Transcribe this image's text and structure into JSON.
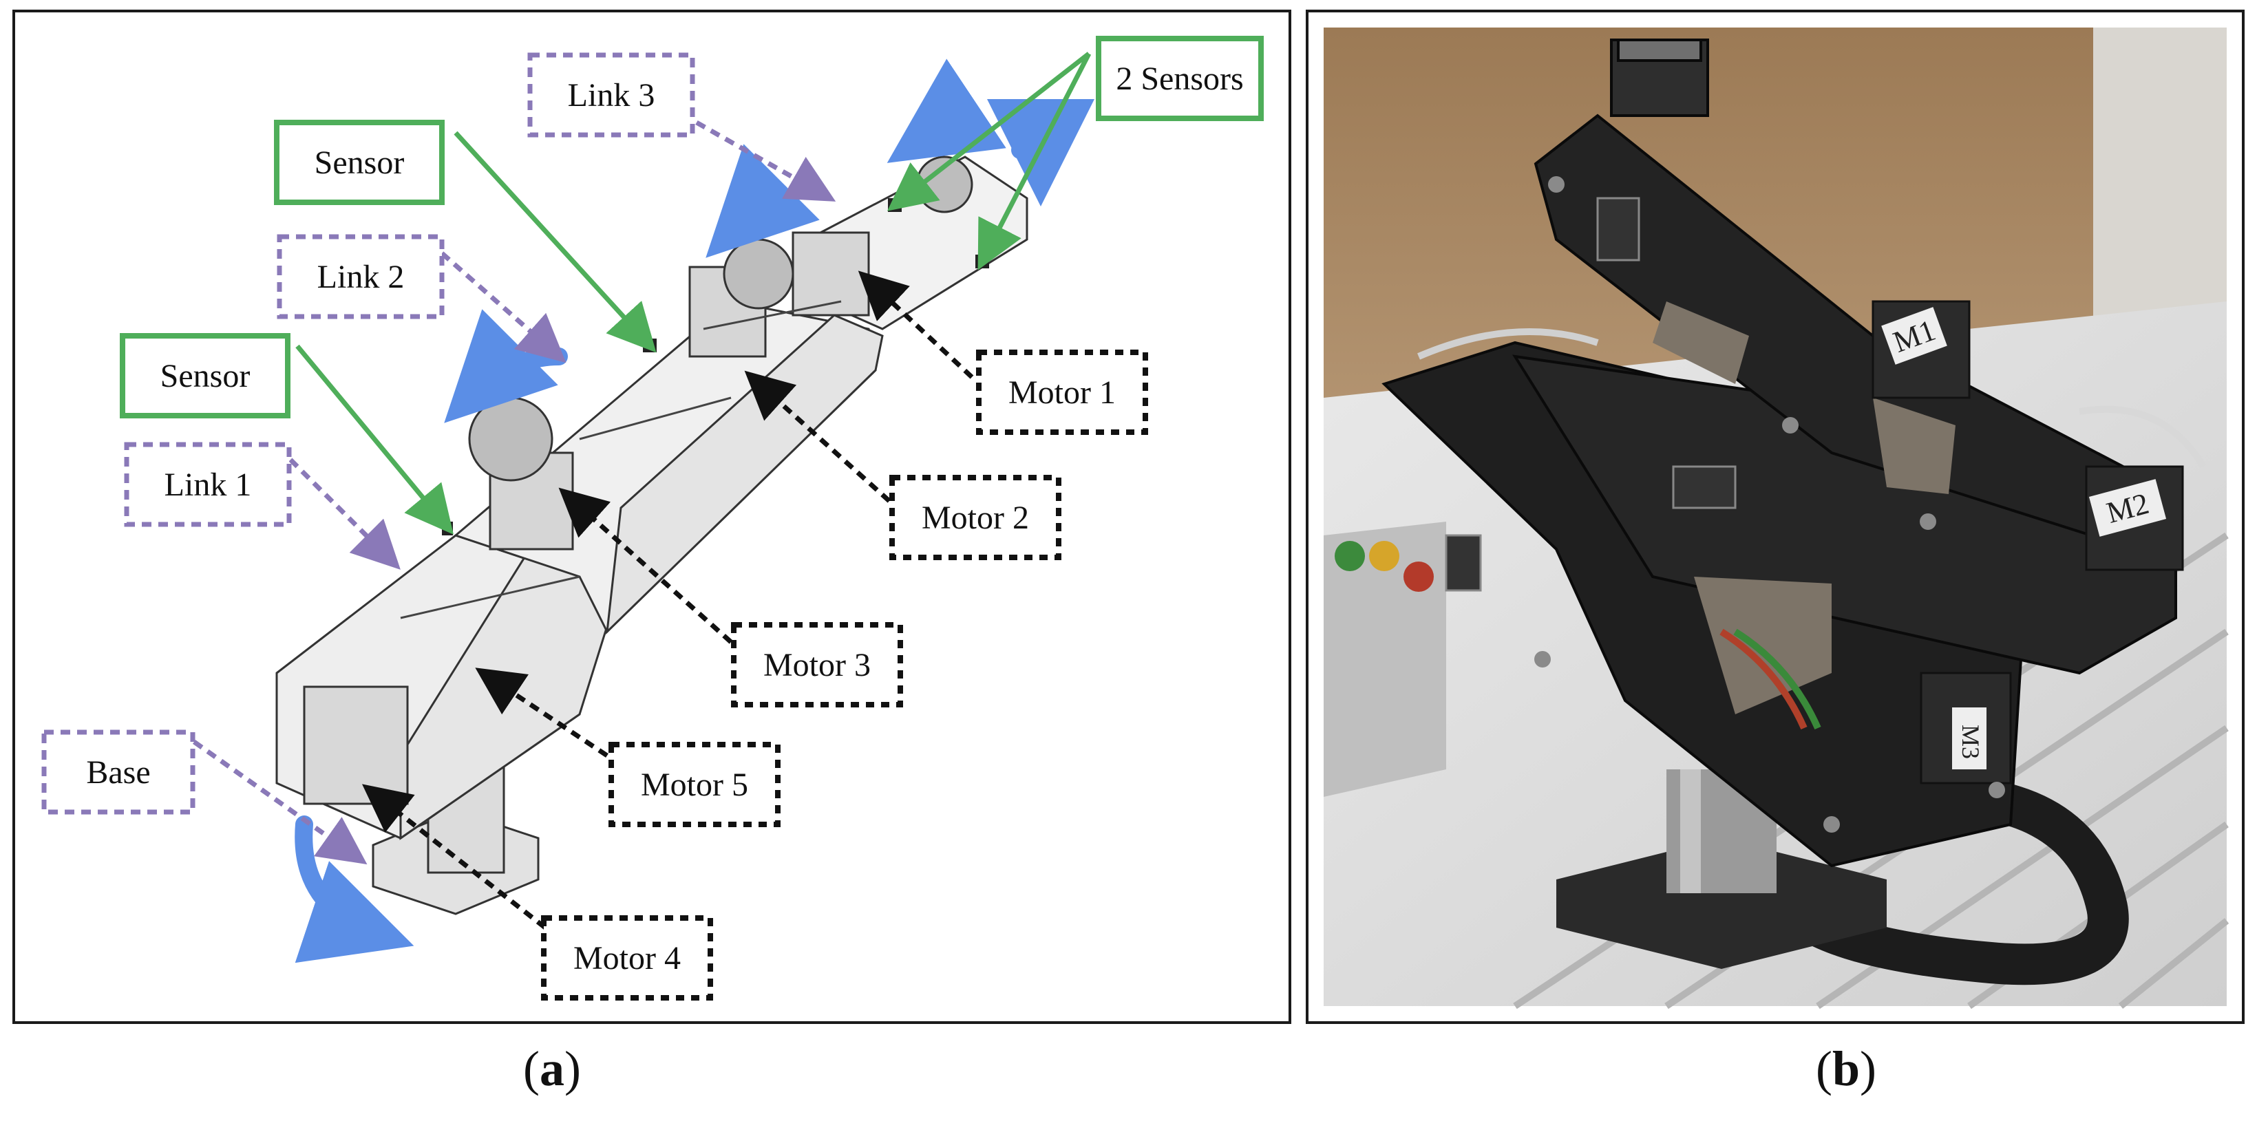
{
  "panel_a": {
    "caption_letter": "a",
    "labels": {
      "link3": "Link 3",
      "link2": "Link 2",
      "link1": "Link 1",
      "base": "Base",
      "sensor_top": "Sensor",
      "sensor_mid": "Sensor",
      "two_sensors": "2 Sensors",
      "motor1": "Motor 1",
      "motor2": "Motor 2",
      "motor3": "Motor 3",
      "motor5": "Motor 5",
      "motor4": "Motor 4"
    }
  },
  "panel_b": {
    "caption_letter": "b",
    "stickers": {
      "m1": "M1",
      "m2": "M2",
      "m3": "M3"
    }
  },
  "colors": {
    "link_label": "#8a79b8",
    "sensor_label": "#4fae5a",
    "motor_label": "#111111",
    "rotation_arrow": "#5b8ee6"
  }
}
